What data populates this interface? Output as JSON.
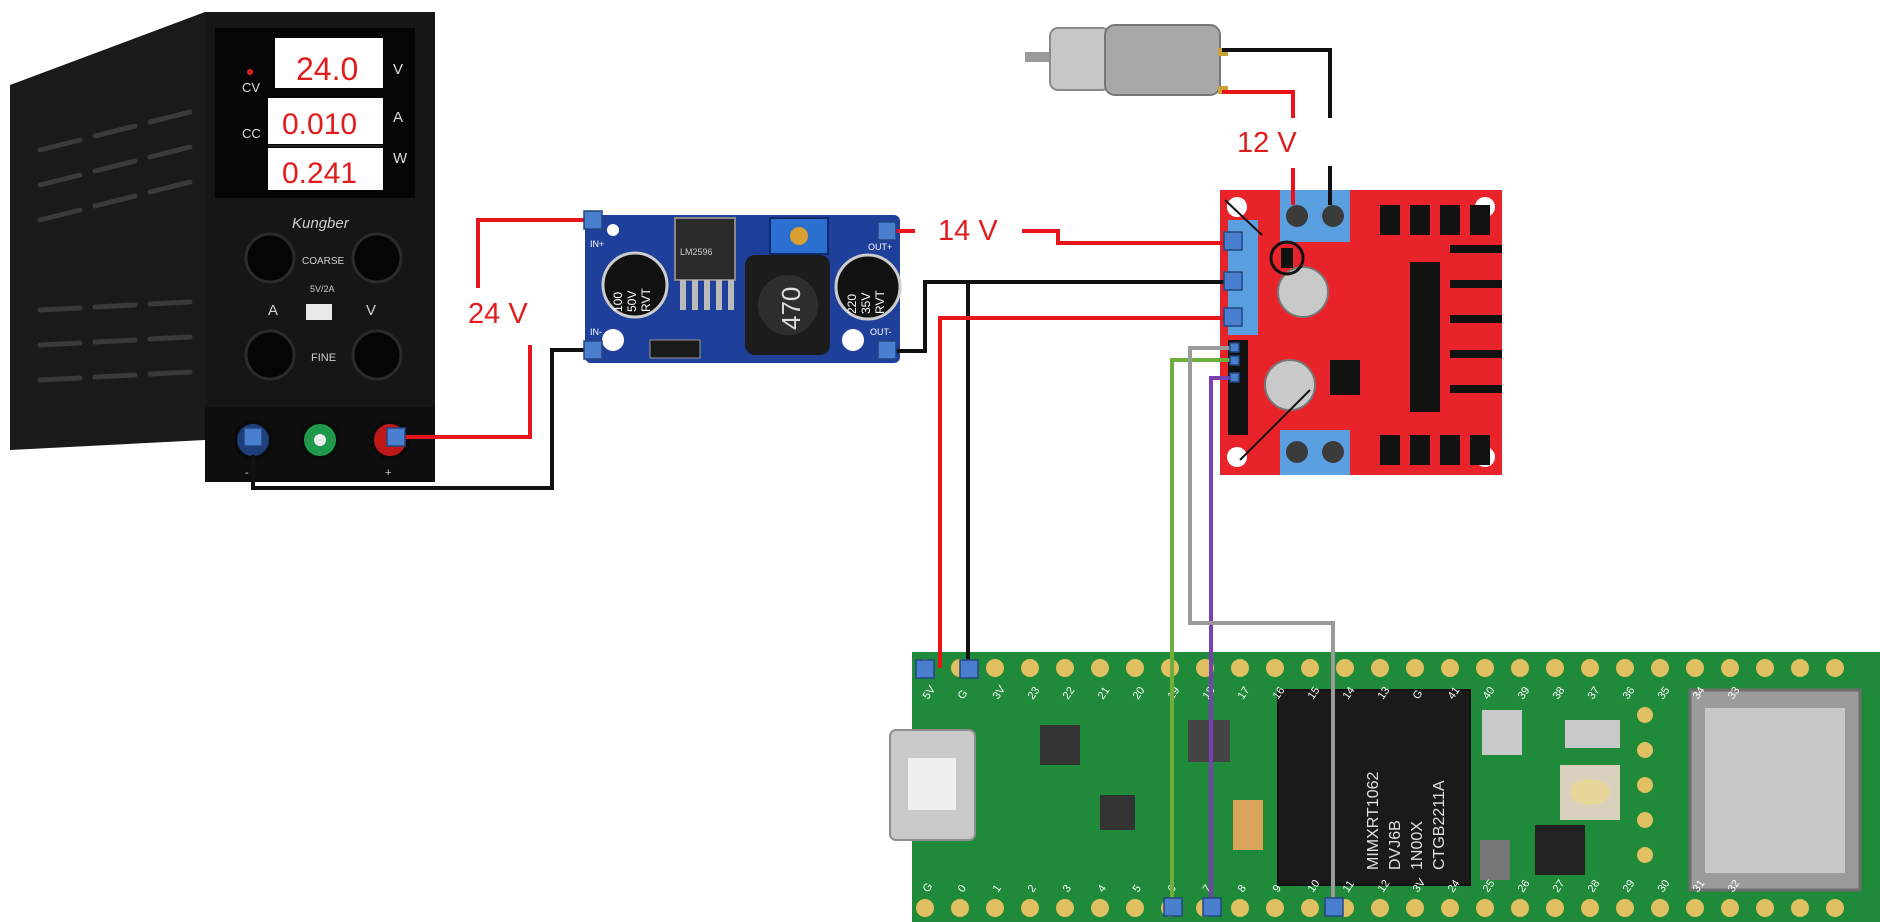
{
  "power_supply": {
    "brand": "Kungber",
    "display": {
      "voltage": "24.0",
      "current": "0.010",
      "power": "0.241",
      "unit_v": "V",
      "unit_a": "A",
      "unit_w": "W",
      "mode_cv": "CV",
      "mode_cc": "CC"
    },
    "knob_coarse_label": "COARSE",
    "knob_fine_label": "FINE",
    "usb_label": "5V/2A",
    "left_knob_label": "A",
    "right_knob_label": "V",
    "terminal_minus": "-",
    "terminal_plus": "+"
  },
  "buck_converter": {
    "chip_text": "LM2596",
    "inductor_value": "470",
    "cap_in_line1": "100",
    "cap_in_line2": "50V",
    "cap_in_line3": "RVT",
    "cap_out_line1": "220",
    "cap_out_line2": "35V",
    "cap_out_line3": "RVT",
    "in_plus": "IN+",
    "in_minus": "IN-",
    "out_plus": "OUT+",
    "out_minus": "OUT-"
  },
  "teensy": {
    "chip_line1": "MIMXRT1062",
    "chip_line2": "DVJ6B",
    "chip_line3": "1N00X",
    "chip_line4": "CTGB2211A",
    "top_pins": [
      "5V",
      "G",
      "3V",
      "23",
      "22",
      "21",
      "20",
      "19",
      "18",
      "17",
      "16",
      "15",
      "14",
      "13",
      "G",
      "41",
      "40",
      "39",
      "38",
      "37",
      "36",
      "35",
      "34",
      "33"
    ],
    "bottom_pins": [
      "G",
      "0",
      "1",
      "2",
      "3",
      "4",
      "5",
      "6",
      "7",
      "8",
      "9",
      "10",
      "11",
      "12",
      "3V",
      "24",
      "25",
      "26",
      "27",
      "28",
      "29",
      "30",
      "31",
      "32"
    ]
  },
  "voltage_labels": {
    "supply": "24 V",
    "buck_out": "14 V",
    "motor": "12 V"
  },
  "colors": {
    "wire_power": "#e8141a",
    "wire_ground": "#111111",
    "wire_green": "#6fae3c",
    "wire_purple": "#7a3fb0",
    "wire_gray": "#9a9a9a",
    "connector": "#4a7fd0",
    "teensy_pcb": "#1f8a39",
    "buck_pcb": "#1e3f9a",
    "driver_pcb": "#e8242a"
  }
}
